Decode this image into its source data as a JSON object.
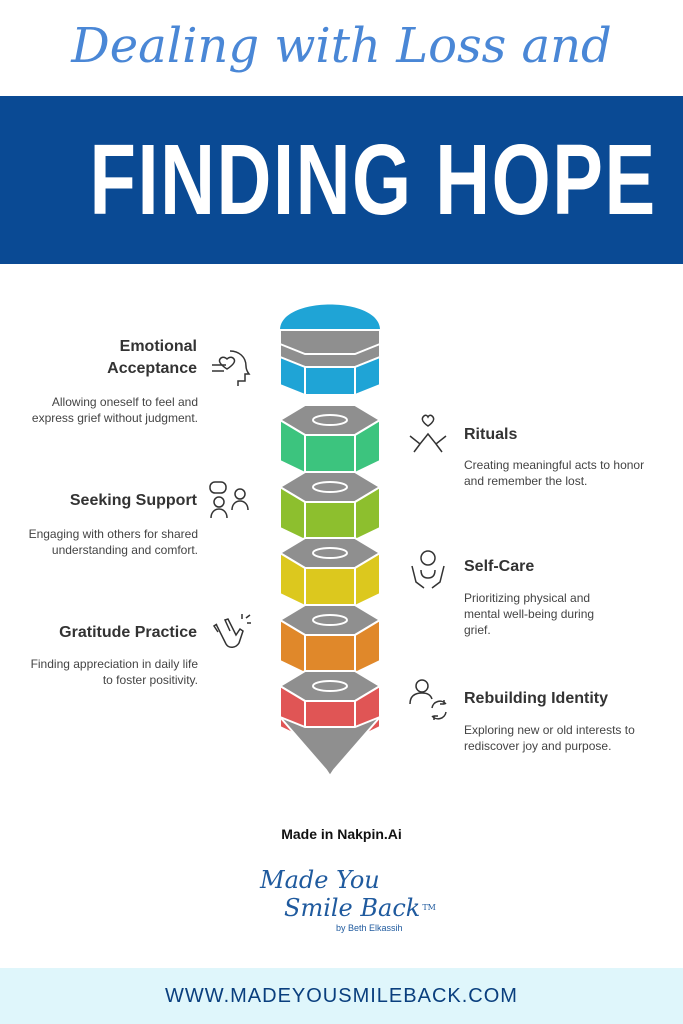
{
  "header": {
    "line1": "Dealing with Loss and",
    "line2": "FINDING HOPE"
  },
  "steps": [
    {
      "title": "Emotional Acceptance",
      "desc": "Allowing oneself to feel and express grief without judgment.",
      "color": "#1fa4d6",
      "icon": "heart-head-icon",
      "side": "left"
    },
    {
      "title": "Rituals",
      "desc": "Creating meaningful acts to honor and remember the lost.",
      "color": "#3cc47e",
      "icon": "heart-hands-icon",
      "side": "right"
    },
    {
      "title": "Seeking Support",
      "desc": "Engaging with others for shared understanding and comfort.",
      "color": "#8dbf2e",
      "icon": "people-chat-icon",
      "side": "left"
    },
    {
      "title": "Self-Care",
      "desc": "Prioritizing physical and mental well-being during grief.",
      "color": "#dcc81e",
      "icon": "self-care-icon",
      "side": "right"
    },
    {
      "title": "Gratitude Practice",
      "desc": "Finding appreciation in daily life to foster positivity.",
      "color": "#e0882a",
      "icon": "clapping-hands-icon",
      "side": "left"
    },
    {
      "title": "Rebuilding Identity",
      "desc": "Exploring new or old interests to rediscover joy and purpose.",
      "color": "#e05555",
      "icon": "person-refresh-icon",
      "side": "right"
    }
  ],
  "made_in": "Made in Nakpin.Ai",
  "logo": {
    "line1": "Made You",
    "line2": "Smile Back",
    "tm": "TM",
    "byline": "by Beth Elkassih"
  },
  "footer": {
    "url": "WWW.MADEYOUSMILEBACK.COM"
  }
}
